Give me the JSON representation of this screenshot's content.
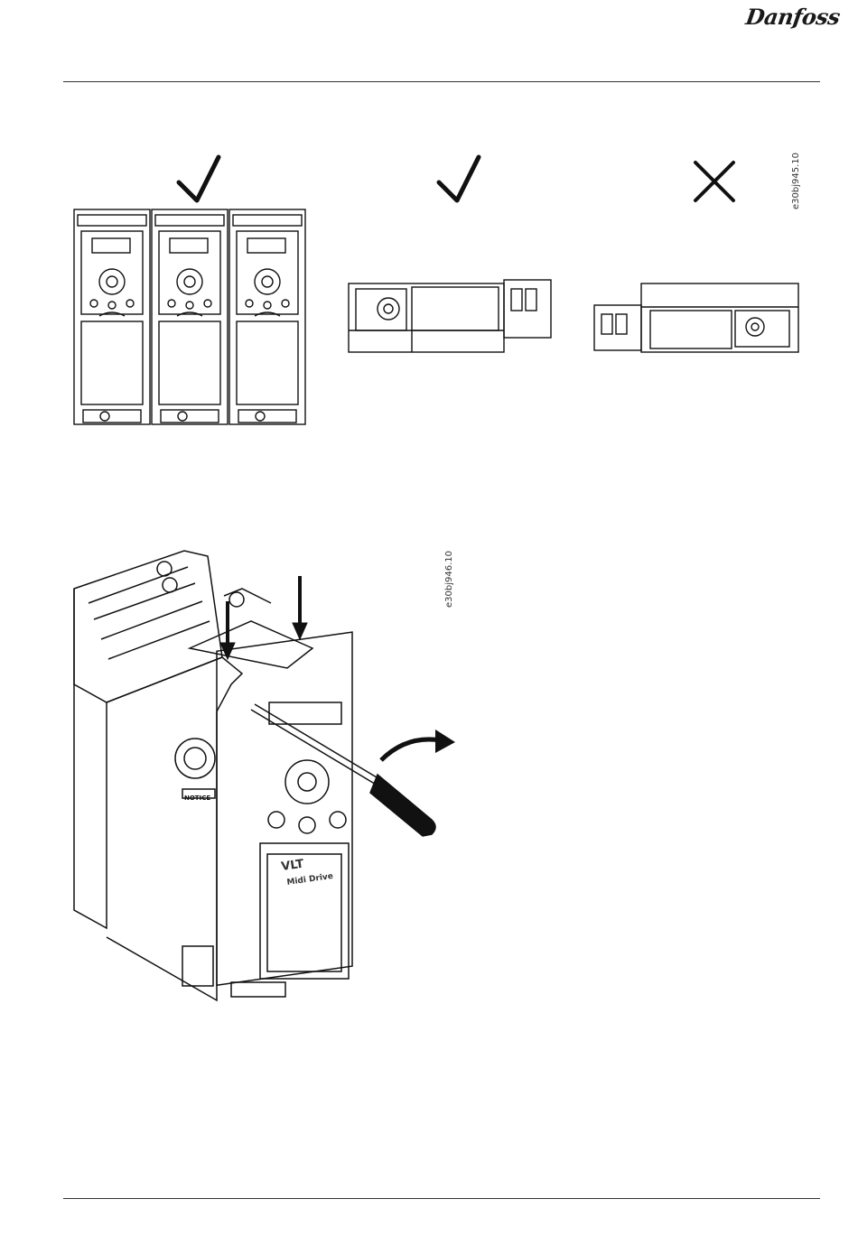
{
  "header": {
    "brand_logo": "Danfoss"
  },
  "figures": [
    {
      "id": "mounting-orientation",
      "code": "e30bj945.10",
      "panels": [
        {
          "verdict": "check-icon",
          "allowed": true
        },
        {
          "verdict": "check-icon",
          "allowed": true
        },
        {
          "verdict": "cross-icon",
          "allowed": false
        }
      ]
    },
    {
      "id": "remove-cover",
      "code": "e30bj946.10",
      "device_label_line1": "VLT",
      "device_label_line2": "Midi Drive",
      "notice_label": "NOTICE"
    }
  ]
}
